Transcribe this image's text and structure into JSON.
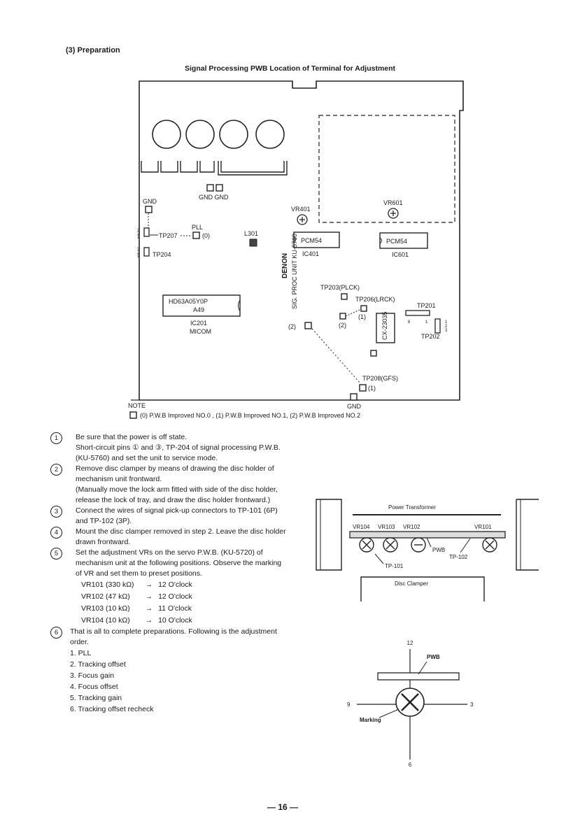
{
  "section_heading": "(3) Preparation",
  "pwb_title": "Signal Processing PWB Location of Terminal for Adjustment",
  "board": {
    "gnd_pair": "GND GND",
    "gnd_left": "GND",
    "pll": "PLL",
    "tp207": "TP207",
    "pll_marker": "(0)",
    "tp204": "TP204",
    "pin_numbers_top": [
      "3",
      "2",
      "1"
    ],
    "pin_numbers_bottom": [
      "3",
      "2",
      "1"
    ],
    "l301": "L301",
    "vr401": "VR401",
    "vr601": "VR601",
    "pcm54_a": "PCM54",
    "ic401": "IC401",
    "pcm54_b": "PCM54",
    "ic601": "IC601",
    "denon_lines": [
      "DENON",
      "SIG. PROC UNIT KU-5760"
    ],
    "micom_chip_lines": [
      "HD63A05Y0P",
      "A49"
    ],
    "ic201": "IC201",
    "micom": "MICOM",
    "tp203": "TP203(PLCK)",
    "tp206": "TP206(LRCK)",
    "marker_1": "(1)",
    "marker_2": "(2)",
    "marker_2_left": "(2)",
    "cx_chip": "CX-23035",
    "tp201": "TP201",
    "tp201_pins": [
      "6",
      "1"
    ],
    "tp202": "TP202",
    "tp202_pins": [
      "1",
      "2",
      "3"
    ],
    "tp208": "TP208(GFS)",
    "tp208_marker": "(1)",
    "gnd_bottom": "GND",
    "note_label": "NOTE",
    "note_text": "(0) P.W.B Improved NO.0 , (1) P.W.B Improved NO.1, (2) P.W.B Improved NO.2"
  },
  "steps": [
    {
      "num": "1",
      "lines": [
        "Be sure that the power is off state.",
        "Short-circuit pins ① and ③, TP-204 of signal processing P.W.B. (KU-5760) and set the unit to service mode."
      ]
    },
    {
      "num": "2",
      "lines": [
        "Remove disc clamper by means of drawing the disc holder of mechanism unit frontward.",
        "(Manually move the lock arm fitted with side of the disc holder, release the lock of tray, and draw the disc holder frontward.)"
      ]
    },
    {
      "num": "3",
      "lines": [
        "Connect the wires of signal pick-up connectors to TP-101 (6P) and TP-102 (3P)."
      ]
    },
    {
      "num": "4",
      "lines": [
        "Mount the disc clamper removed in step 2. Leave the disc holder drawn frontward."
      ]
    },
    {
      "num": "5",
      "lines": [
        "Set the adjustment VRs on the servo P.W.B. (KU-5720) of mechanism unit at the following positions. Observe the marking of VR and set them to preset positions."
      ]
    }
  ],
  "vr_settings": [
    {
      "vr": "VR101 (330 kΩ)",
      "arrow": "→",
      "pos": "12 O'clock"
    },
    {
      "vr": "VR102 (47 kΩ)",
      "arrow": "→",
      "pos": "12 O'clock"
    },
    {
      "vr": "VR103 (10 kΩ)",
      "arrow": "→",
      "pos": "11 O'clock"
    },
    {
      "vr": "VR104 (10 kΩ)",
      "arrow": "→",
      "pos": "10 O'clock"
    }
  ],
  "step6": {
    "num": "6",
    "text": "That is all to complete preparations. Following is the adjustment order."
  },
  "adjustment_order": [
    "1. PLL",
    "2. Tracking offset",
    "3. Focus gain",
    "4. Focus offset",
    "5. Tracking gain",
    "6. Tracking offset recheck"
  ],
  "mech_diagram": {
    "power_transformer": "Power Transformer",
    "vr104": "VR104",
    "vr103": "VR103",
    "vr102": "VR102",
    "vr101": "VR101",
    "pwb": "PWB",
    "tp101": "TP-101",
    "tp102": "TP-102",
    "disc_clamper": "Disc Clamper"
  },
  "clock_diagram": {
    "n12": "12",
    "n3": "3",
    "n6": "6",
    "n9": "9",
    "pwb": "PWB",
    "marking": "Marking"
  },
  "page_number": "— 16 —"
}
